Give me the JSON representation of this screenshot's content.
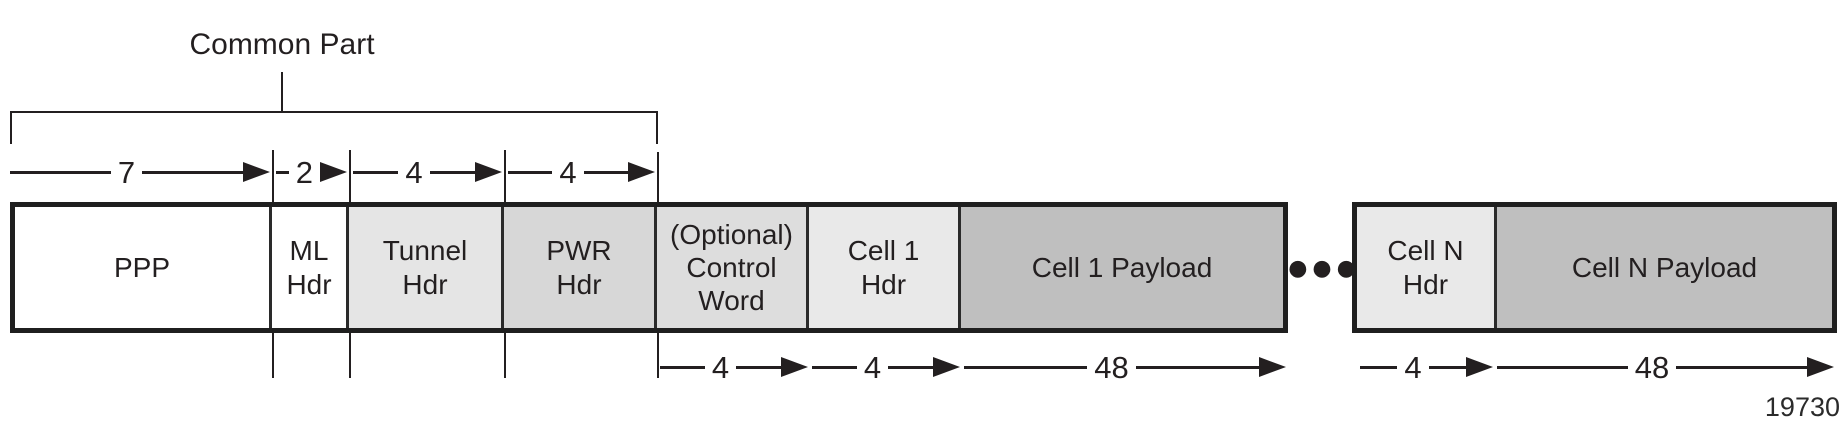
{
  "bracket": {
    "label": "Common Part"
  },
  "top_dims": [
    "7",
    "2",
    "4",
    "4"
  ],
  "frame1": {
    "fields": [
      {
        "label": "PPP",
        "bg": "#ffffff"
      },
      {
        "label": "ML\nHdr",
        "bg": "#ffffff"
      },
      {
        "label": "Tunnel\nHdr",
        "bg": "#e5e5e5"
      },
      {
        "label": "PWR\nHdr",
        "bg": "#d7d7d7"
      },
      {
        "label": "(Optional)\nControl\nWord",
        "bg": "#dddddd"
      },
      {
        "label": "Cell 1\nHdr",
        "bg": "#e9e9e9"
      },
      {
        "label": "Cell 1 Payload",
        "bg": "#bfbfbf"
      }
    ],
    "bottom_dims": [
      "4",
      "4",
      "48"
    ]
  },
  "separator": {
    "ellipsis": "●●●"
  },
  "frame2": {
    "fields": [
      {
        "label": "Cell N\nHdr",
        "bg": "#e9e9e9"
      },
      {
        "label": "Cell N Payload",
        "bg": "#bfbfbf"
      }
    ],
    "bottom_dims": [
      "4",
      "48"
    ]
  },
  "figure_number": "19730",
  "colors": {
    "line": "#231f20",
    "text": "#231f20",
    "box_border": "#1f1f1f"
  }
}
